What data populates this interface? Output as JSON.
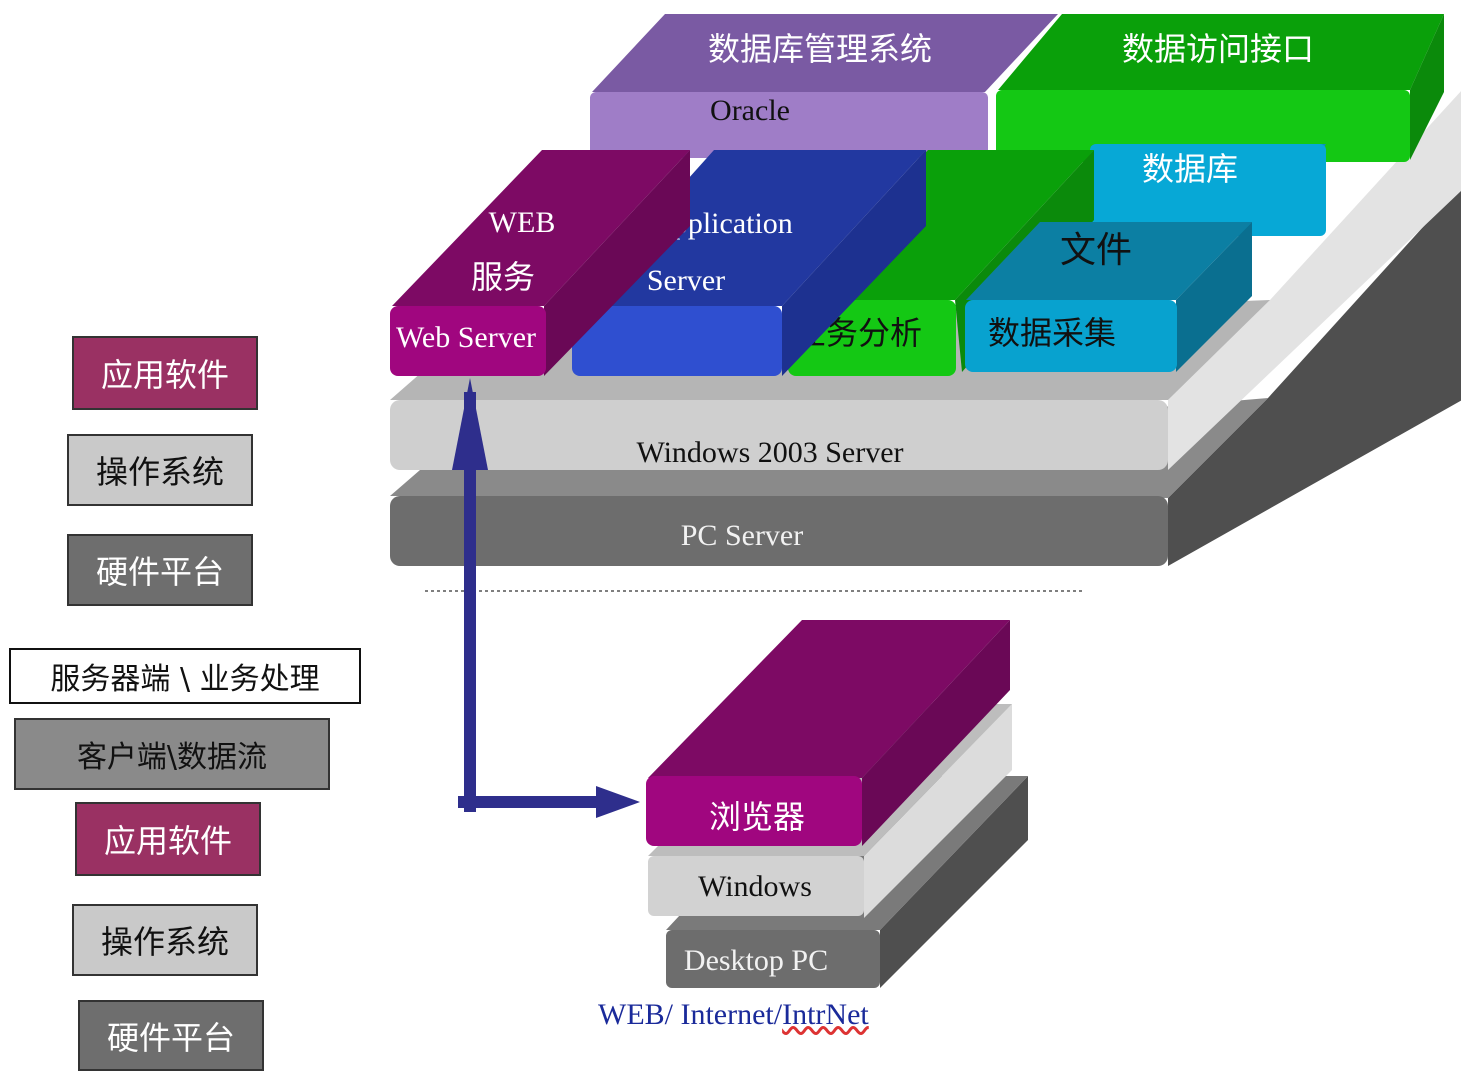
{
  "legend": {
    "server_app": "应用软件",
    "server_os": "操作系统",
    "server_hw": "硬件平台",
    "server_side": "服务器端 \\ 业务处理",
    "client_flow": "客户端\\数据流",
    "client_app": "应用软件",
    "client_os": "操作系统",
    "client_hw": "硬件平台"
  },
  "server": {
    "dbms": "数据库管理系统",
    "oracle": "Oracle",
    "data_access": "数据访问接口",
    "database": "数据库",
    "file": "文件",
    "web_label": "WEB",
    "web_service": "服务",
    "web_server": "Web Server",
    "app_server_line1": "Application",
    "app_server_line2": "Server",
    "biz_analysis": "业务分析",
    "data_collection": "数据采集",
    "os": "Windows 2003 Server",
    "hw": "PC Server"
  },
  "client": {
    "browser": "浏览器",
    "os": "Windows",
    "hw": "Desktop PC"
  },
  "caption": {
    "prefix": "WEB/ Internet/",
    "underlined": "IntrNet"
  },
  "colors": {
    "magenta": "#a0067f",
    "purple": "#9b79c4",
    "blue": "#2f47c4",
    "green": "#11c411",
    "teal": "#07a8d6",
    "light_gray": "#cfcfcf",
    "dark_gray": "#6a6a6a",
    "arrow": "#2e2e8c"
  }
}
